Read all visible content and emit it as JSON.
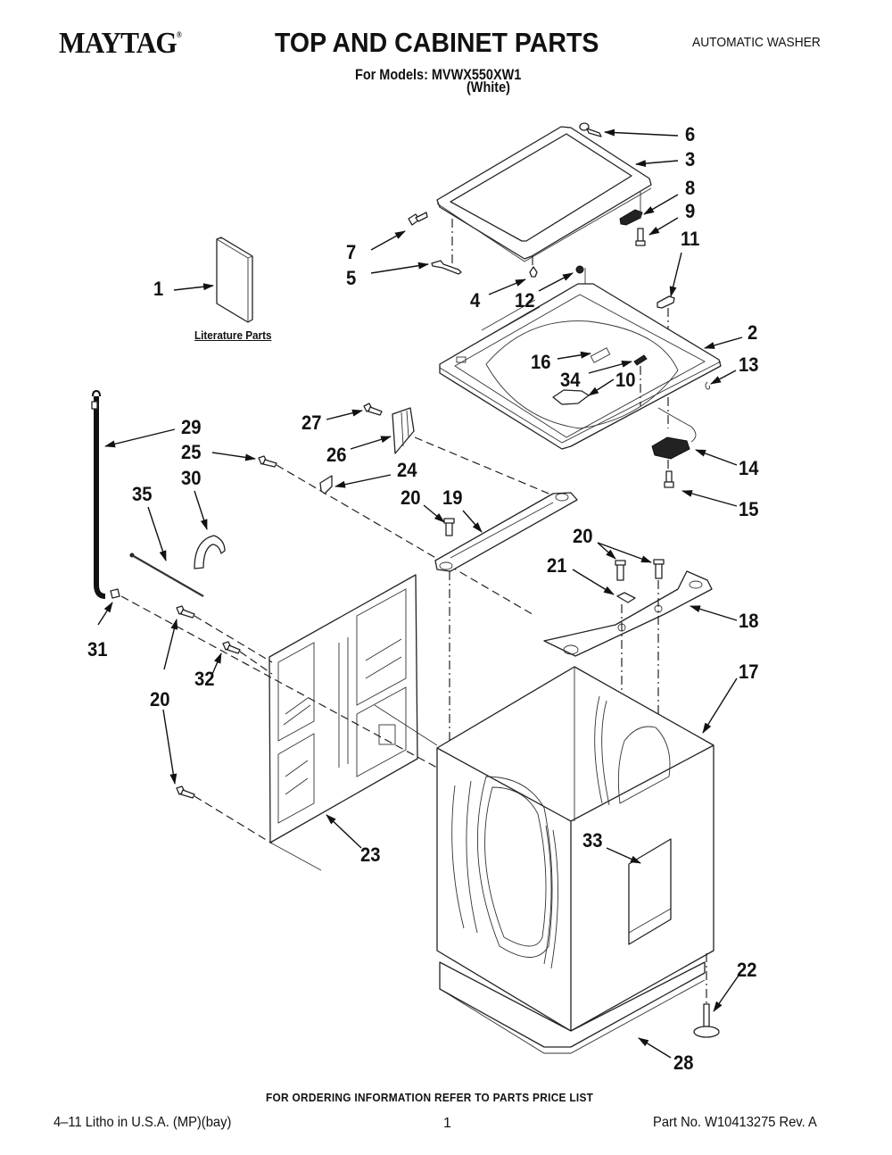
{
  "header": {
    "brand": "MAYTAG",
    "brand_mark": "®",
    "title": "TOP AND CABINET PARTS",
    "models_line": "For Models: MVWX550XW1",
    "color_line": "(White)",
    "product_type": "AUTOMATIC WASHER"
  },
  "literature": {
    "label": "Literature Parts"
  },
  "callouts": {
    "c1": "1",
    "c2": "2",
    "c3": "3",
    "c4": "4",
    "c5": "5",
    "c6": "6",
    "c7": "7",
    "c8": "8",
    "c9": "9",
    "c10": "10",
    "c11": "11",
    "c12": "12",
    "c13": "13",
    "c14": "14",
    "c15": "15",
    "c16": "16",
    "c17": "17",
    "c18": "18",
    "c19": "19",
    "c20a": "20",
    "c20b": "20",
    "c20c": "20",
    "c21": "21",
    "c22": "22",
    "c23": "23",
    "c24": "24",
    "c25": "25",
    "c26": "26",
    "c27": "27",
    "c28": "28",
    "c29": "29",
    "c30": "30",
    "c31": "31",
    "c32": "32",
    "c33": "33",
    "c34": "34",
    "c35": "35"
  },
  "footer": {
    "ordering_note": "FOR ORDERING INFORMATION REFER TO PARTS PRICE LIST",
    "litho": "4–11 Litho in U.S.A. (MP)(bay)",
    "page_number": "1",
    "part_number": "Part No. W10413275 Rev. A"
  }
}
